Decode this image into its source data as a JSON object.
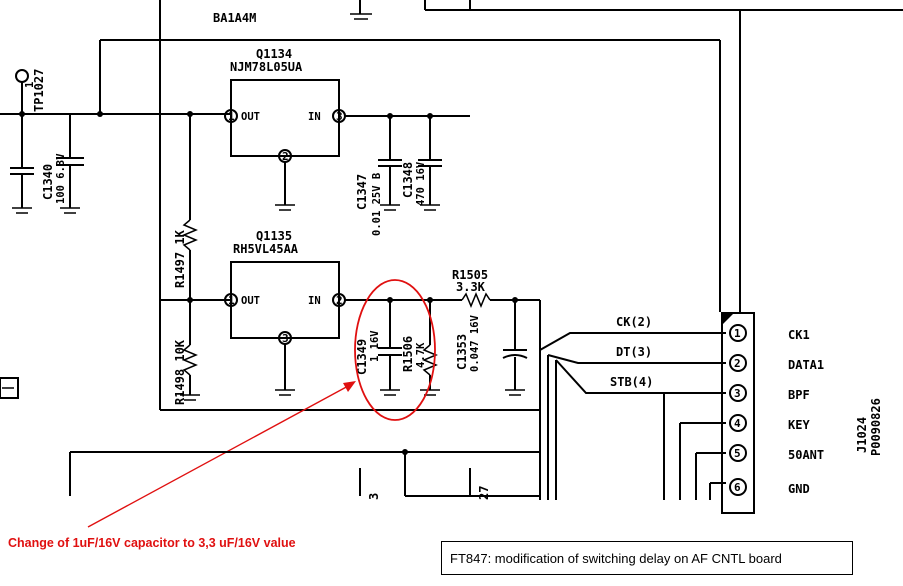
{
  "labels": {
    "ba1a4m": "BA1A4M",
    "tp1027": "TP1027",
    "tp_pin": "1",
    "q1134": "Q1134",
    "q1134_part": "NJM78L05UA",
    "q1135": "Q1135",
    "q1135_part": "RH5VL45AA",
    "out": "OUT",
    "in": "IN",
    "r1497": "R1497 1K",
    "r1498": "R1498 10K",
    "c1347": "C1347",
    "c1347_val": "0.01 25V B",
    "c1348": "C1348",
    "c1348_val": "470 16V",
    "c1340": "C1340",
    "c1340_val": "100 6.3V",
    "c1349": "C1349",
    "c1349_val": "1 16V",
    "r1505": "R1505",
    "r1505_val": "3.3K",
    "r1506": "R1506",
    "r1506_val": "4.7K",
    "c1353": "C1353",
    "c1353_val": "0.047 16V",
    "j1024": "J1024",
    "j1024_part": "P0090826",
    "net_ck": "CK(2)",
    "net_dt": "DT(3)",
    "net_stb": "STB(4)",
    "num_3": "3",
    "num_27": "27"
  },
  "connector_pins": [
    {
      "num": "1",
      "name": "CK1"
    },
    {
      "num": "2",
      "name": "DATA1"
    },
    {
      "num": "3",
      "name": "BPF"
    },
    {
      "num": "4",
      "name": "KEY"
    },
    {
      "num": "5",
      "name": "50ANT"
    },
    {
      "num": "6",
      "name": "GND"
    }
  ],
  "annotation": "Change of 1uF/16V capacitor to 3,3 uF/16V value",
  "caption": "FT847: modification of switching delay on AF CNTL board",
  "colors": {
    "annotation": "#e01010",
    "ink": "#000000"
  }
}
